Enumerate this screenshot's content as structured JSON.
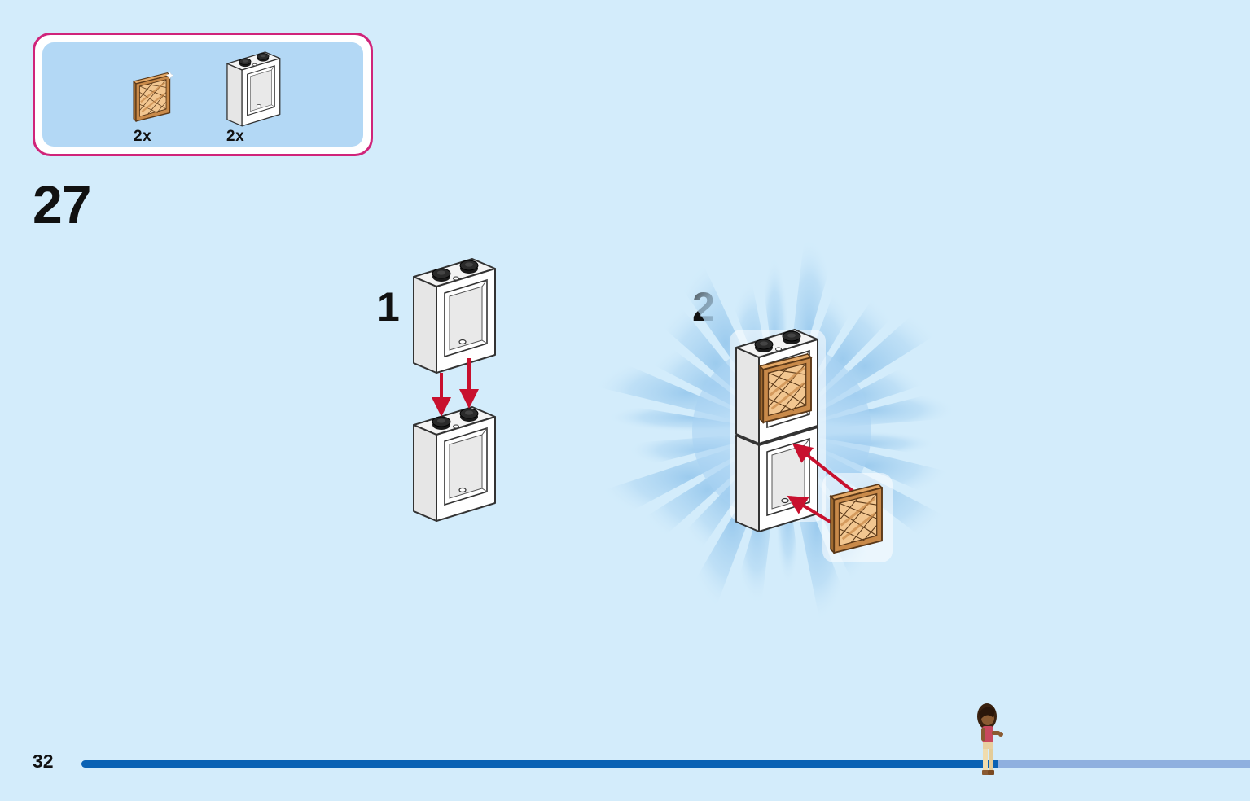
{
  "parts_list": {
    "items": [
      {
        "icon": "lattice-panel-icon",
        "qty": "2x"
      },
      {
        "icon": "window-frame-icon",
        "qty": "2x"
      }
    ]
  },
  "step": {
    "number": "27",
    "substeps": [
      {
        "label": "1"
      },
      {
        "label": "2"
      }
    ]
  },
  "footer": {
    "page_number": "32",
    "progress": 0.785
  },
  "colors": {
    "background": "#d3ecfb",
    "callout_border": "#d0247a",
    "callout_fill": "#b3d8f5",
    "arrow": "#c8102e",
    "progress_fill": "#0a62b4",
    "progress_track": "#8fb0df",
    "lattice": "#c98a4a"
  }
}
